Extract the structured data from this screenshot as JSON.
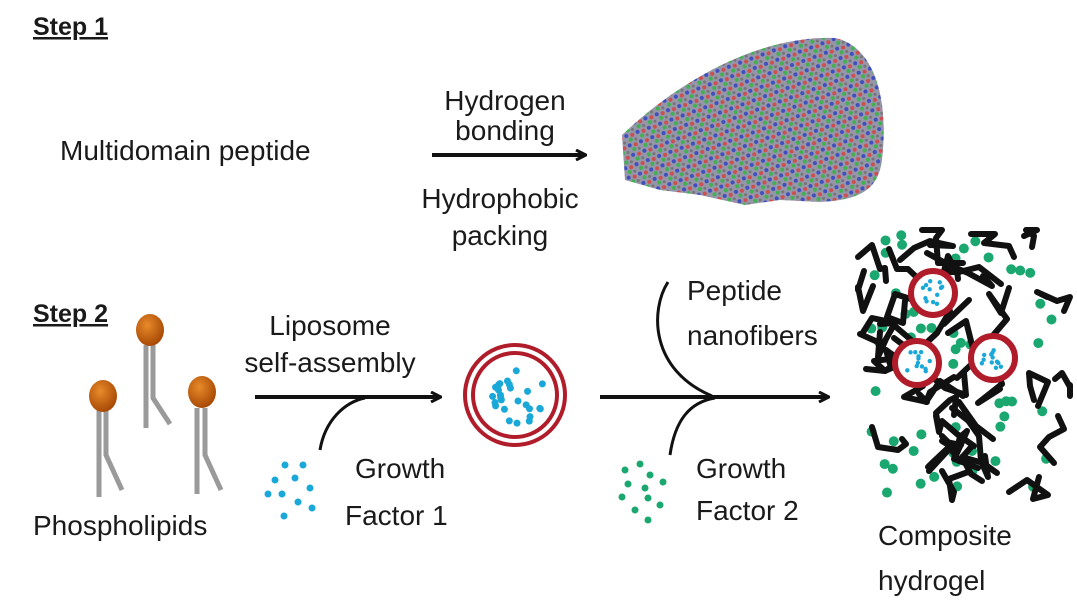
{
  "step1": {
    "title": "Step 1",
    "input_label": "Multidomain peptide",
    "arrow_top": [
      "Hydrogen",
      "bonding"
    ],
    "arrow_bottom": [
      "Hydrophobic",
      "packing"
    ]
  },
  "step2": {
    "title": "Step 2",
    "phospholipids_label": "Phospholipids",
    "liposome_label": [
      "Liposome",
      "self-assembly"
    ],
    "growth_factor_1": [
      "Growth",
      "Factor 1"
    ],
    "peptide_label": [
      "Peptide",
      "nanofibers"
    ],
    "growth_factor_2": [
      "Growth",
      "Factor 2"
    ],
    "product_label": [
      "Composite",
      "hydrogel"
    ]
  },
  "colors": {
    "lipid_head": "#c8600a",
    "lipid_tail": "#9a9a9a",
    "liposome_ring": "#b01c2a",
    "growth_factor_1": "#1aa8d8",
    "growth_factor_2": "#1aa870",
    "fiber": "#111111"
  }
}
